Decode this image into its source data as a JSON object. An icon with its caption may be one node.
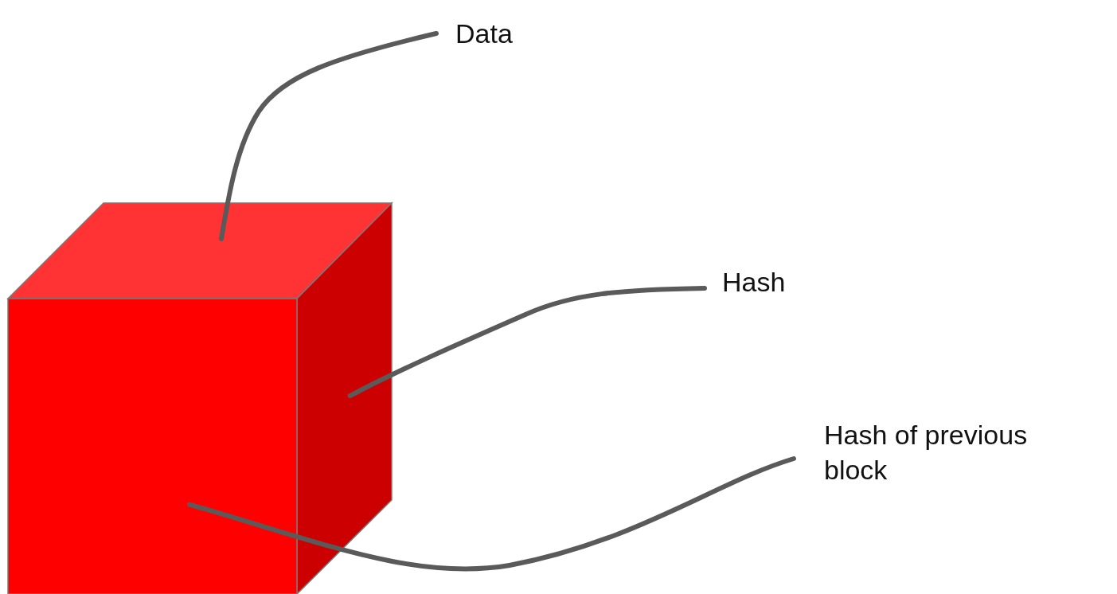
{
  "diagram": {
    "nodes": [
      {
        "text": [
          "Data"
        ]
      },
      {
        "text": [],
        "shape": "box"
      },
      {
        "text": [
          "Hash"
        ]
      },
      {
        "text": [],
        "shape": "box"
      },
      {
        "text": [
          "Hash of previous block"
        ]
      },
      {
        "text": [],
        "shape": "box"
      }
    ],
    "edges": [
      {
        "from": 0,
        "to": 1,
        "arrow": "none"
      },
      {
        "from": 2,
        "to": 3,
        "arrow": "none"
      },
      {
        "from": 4,
        "to": 5,
        "arrow": "none"
      }
    ]
  }
}
